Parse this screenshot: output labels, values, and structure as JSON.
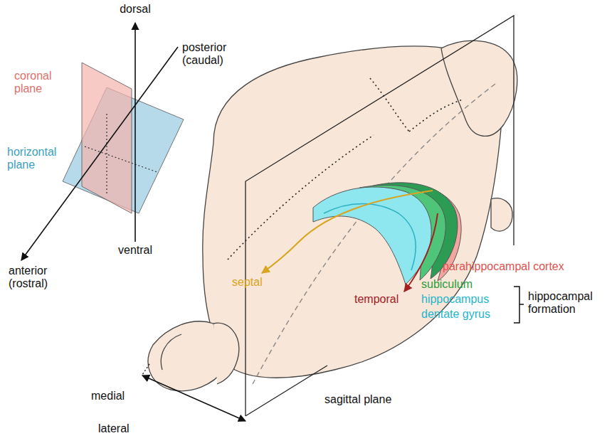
{
  "diagram": {
    "labels": [
      "dorsal",
      "posterior (caudal)",
      "coronal plane",
      "horizontal plane",
      "ventral",
      "anterior (rostral)",
      "septal",
      "parahippocampal cortex",
      "temporal",
      "subiculum",
      "hippocampus",
      "dentate gyrus",
      "hippocampal formation",
      "medial",
      "sagittal plane",
      "lateral"
    ]
  }
}
